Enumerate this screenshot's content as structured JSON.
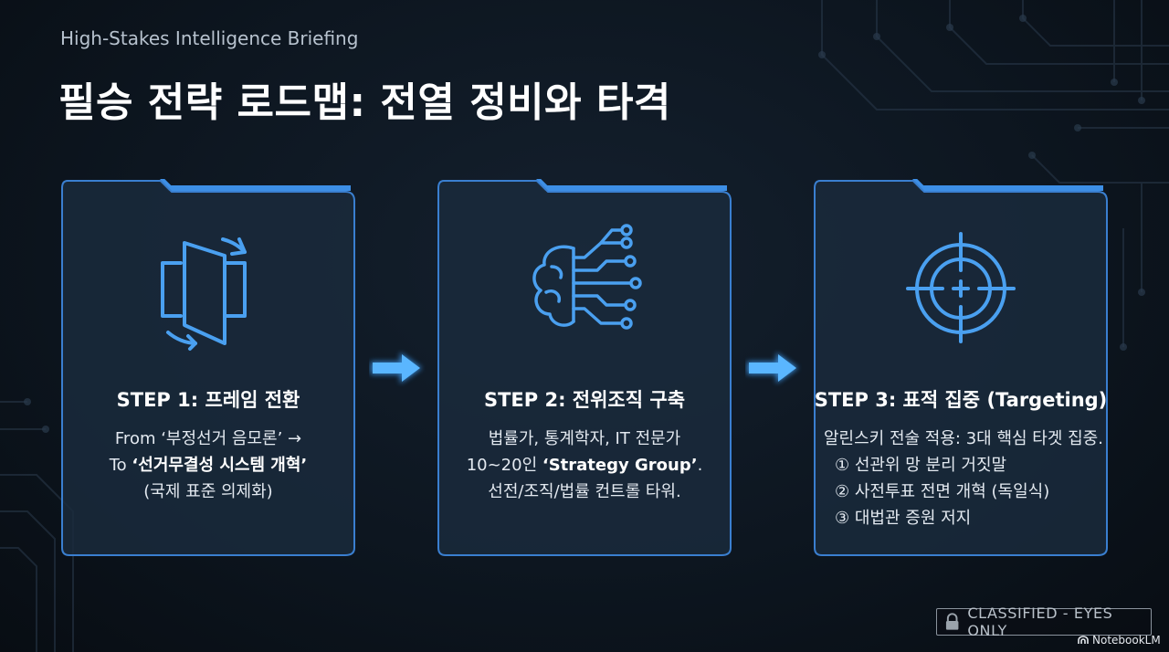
{
  "header": {
    "kicker": "High-Stakes Intelligence Briefing",
    "title": "필승 전략 로드맵: 전열 정비와 타격"
  },
  "steps": [
    {
      "icon": "frame-rotate-icon",
      "title": "STEP 1: 프레임 전환",
      "line1": "From ‘부정선거 음모론’ →",
      "line2_prefix": "To ",
      "line2_bold": "‘선거무결성 시스템 개혁’",
      "line3": "(국제 표준 의제화)"
    },
    {
      "icon": "brain-network-icon",
      "title": "STEP 2: 전위조직 구축",
      "line1": "법률가, 통계학자, IT 전문가",
      "line2_prefix": "10~20인 ",
      "line2_bold": "‘Strategy Group’",
      "line2_suffix": ".",
      "line3": "선전/조직/법률 컨트롤 타워."
    },
    {
      "icon": "crosshair-target-icon",
      "title": "STEP 3: 표적 집중 (Targeting)",
      "line1": "알린스키 전술 적용: 3대 핵심 타겟 집중.",
      "items": [
        "① 선관위 망 분리 거짓말",
        "② 사전투표 전면 개혁 (독일식)",
        "③ 대법관 증원 저지"
      ]
    }
  ],
  "footer": {
    "badge": "CLASSIFIED - EYES ONLY",
    "brand": "NotebookLM"
  },
  "colors": {
    "accent": "#3d8fe6",
    "card_fill": "#1a2a3c",
    "frame_stroke": "#3a7fd0"
  }
}
